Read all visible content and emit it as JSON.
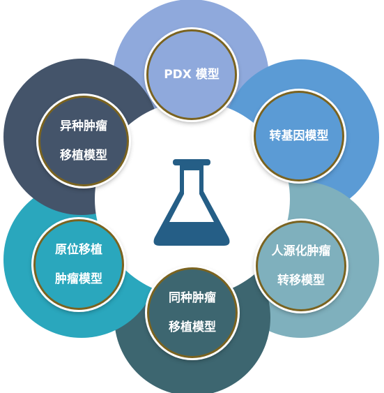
{
  "colors": {
    "ring_top": "#8fa9dc",
    "ring_right_top": "#5b9bd5",
    "ring_right_bottom": "#7fb0bd",
    "ring_bottom": "#3d6670",
    "ring_left_bottom": "#2aa7bd",
    "ring_left_top": "#44546a",
    "node_border": "#7a6320",
    "flask": "#255e86"
  },
  "center_icon": "flask-icon",
  "nodes": [
    {
      "id": "pdx",
      "lines": [
        "PDX 模型"
      ],
      "color": "#8fa9dc"
    },
    {
      "id": "transgenic",
      "lines": [
        "转基因模型"
      ],
      "color": "#5b9bd5"
    },
    {
      "id": "human-metastasis",
      "lines": [
        "人源化肿瘤",
        "转移模型"
      ],
      "color": "#7fb0bd"
    },
    {
      "id": "syngeneic",
      "lines": [
        "同种肿瘤",
        "移植模型"
      ],
      "color": "#3d6670"
    },
    {
      "id": "orthotopic",
      "lines": [
        "原位移植",
        "肿瘤模型"
      ],
      "color": "#2aa7bd"
    },
    {
      "id": "xenograft",
      "lines": [
        "异种肿瘤",
        "移植模型"
      ],
      "color": "#44546a"
    }
  ]
}
